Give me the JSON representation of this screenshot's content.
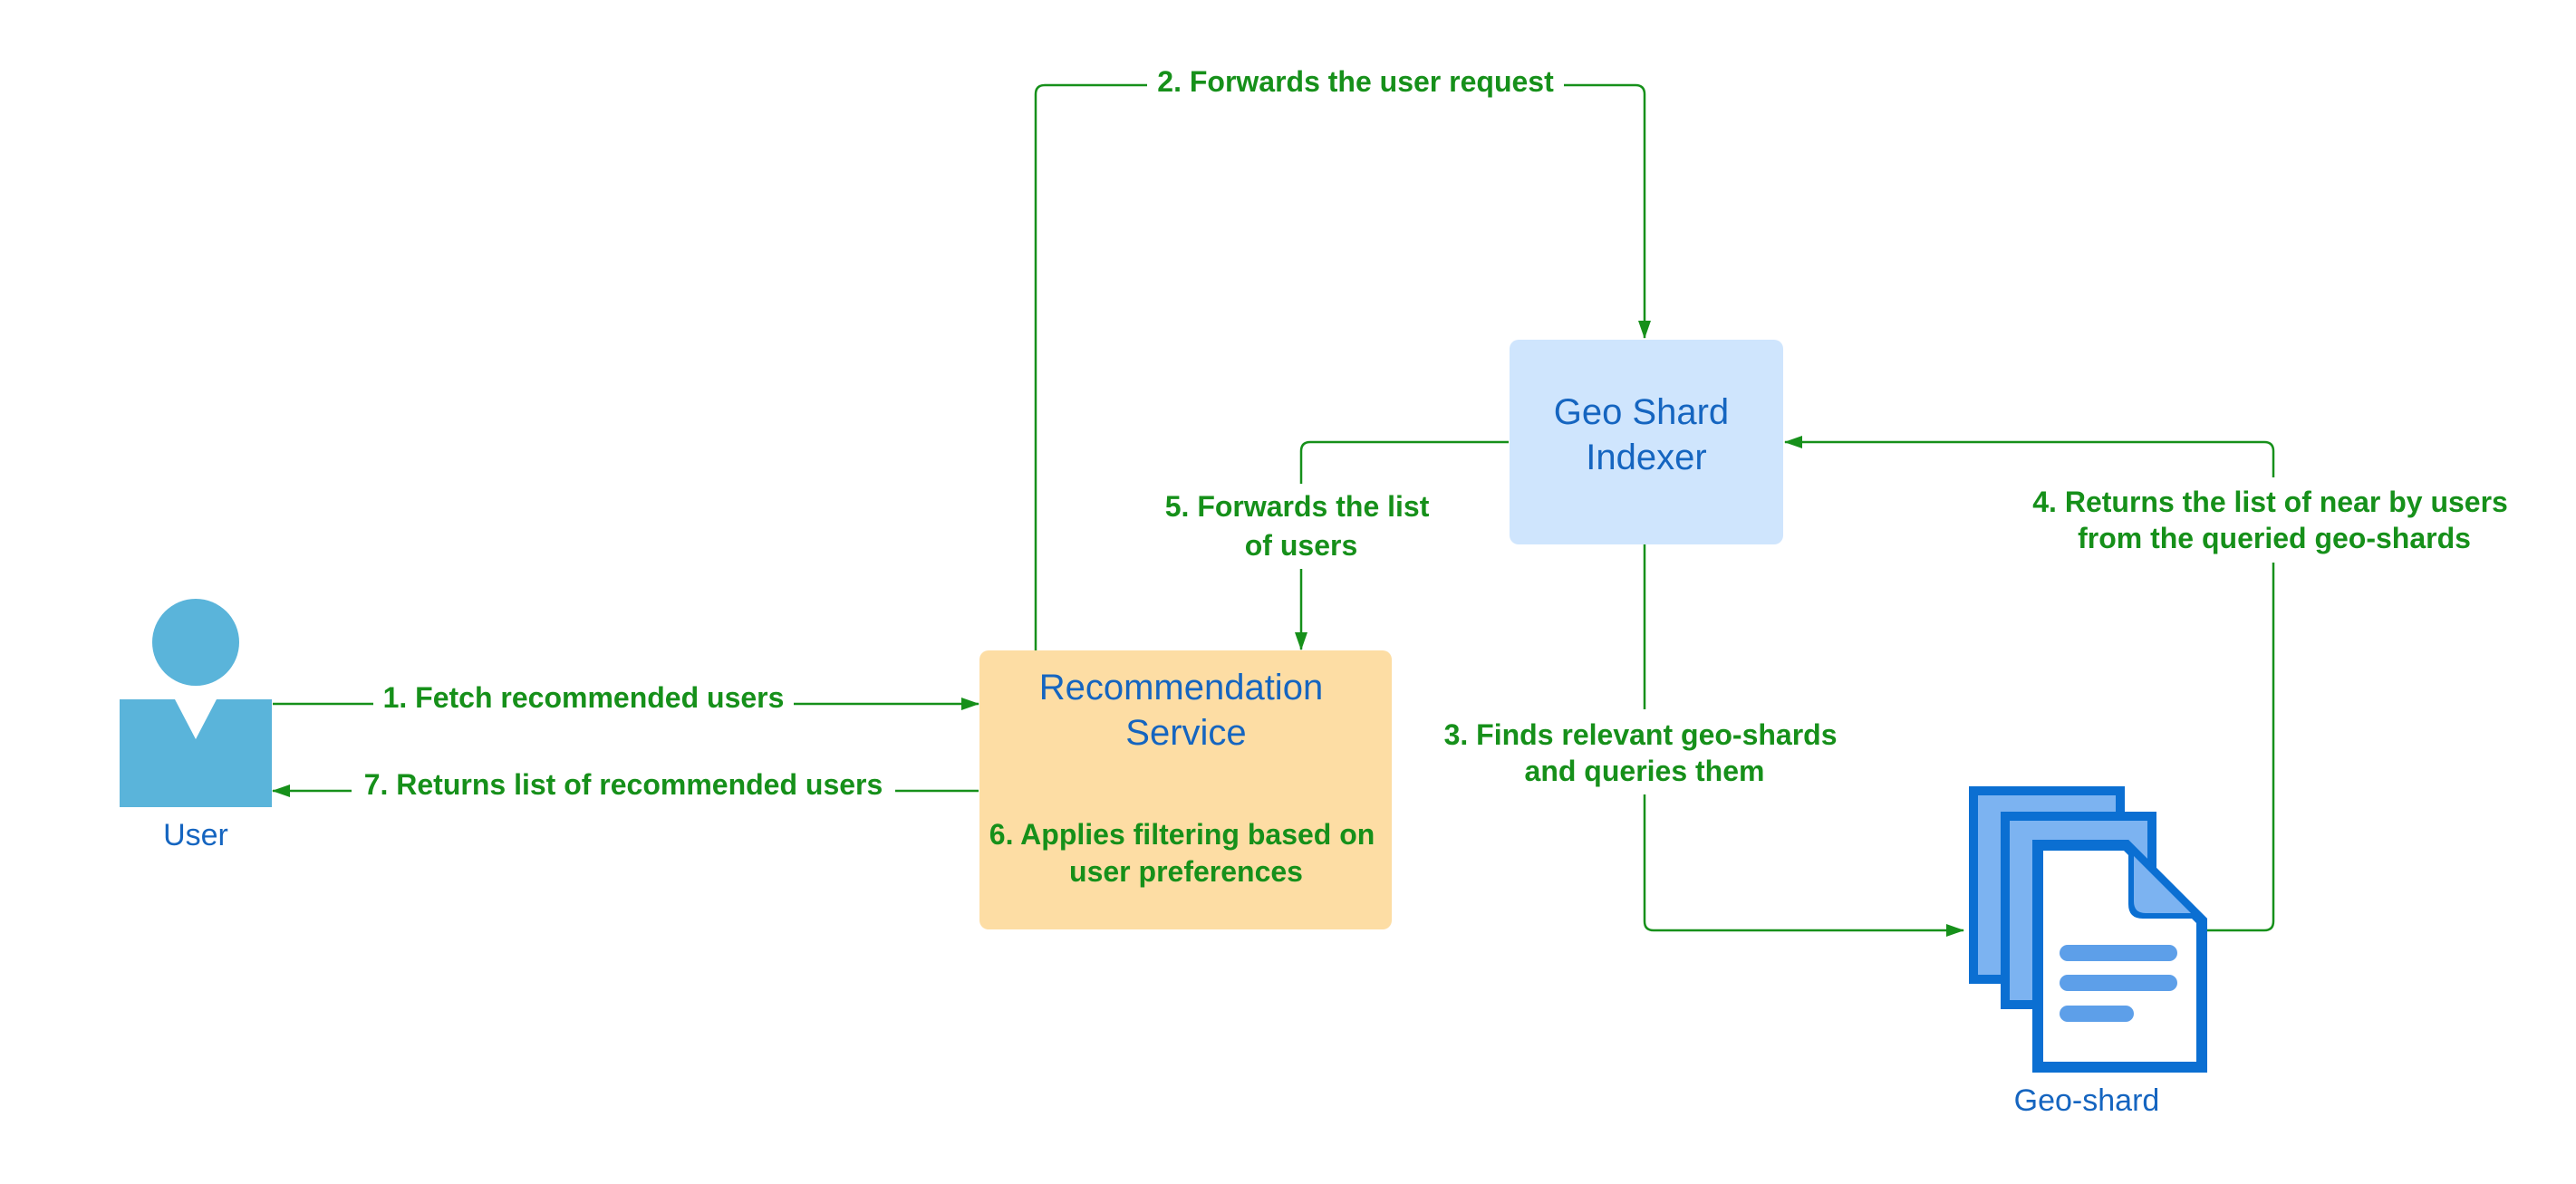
{
  "colors": {
    "connector": "#16901a",
    "label_text": "#16901a",
    "node_text": "#1565c0",
    "user_icon": "#5ab4da",
    "recommendation_fill": "#fddda4",
    "indexer_fill": "#cfe5fd",
    "doc_dark": "#0b6fd2",
    "doc_mid": "#7cb3f1",
    "doc_lines": "#5d9fe9"
  },
  "nodes": {
    "user": {
      "label": "User",
      "icon": "user-icon"
    },
    "recommendation_service": {
      "title_lines": [
        "Recommendation",
        "Service"
      ],
      "note_lines": [
        "6. Applies filtering based on",
        "user preferences"
      ]
    },
    "geo_shard_indexer": {
      "title_lines": [
        "Geo Shard",
        "Indexer"
      ]
    },
    "geo_shard": {
      "label": "Geo-shard",
      "icon": "document-stack-icon"
    }
  },
  "edges": [
    {
      "id": "fetch",
      "lines": [
        "1. Fetch recommended users"
      ]
    },
    {
      "id": "forward-request",
      "lines": [
        "2. Forwards the user request"
      ]
    },
    {
      "id": "find-shards",
      "lines": [
        "3. Finds relevant geo-shards",
        "and queries them"
      ]
    },
    {
      "id": "return-nearby",
      "lines": [
        "4. Returns the list of near by users",
        "from the queried geo-shards"
      ]
    },
    {
      "id": "forward-list",
      "lines": [
        "5. Forwards the list",
        "of users"
      ]
    },
    {
      "id": "return-recommended",
      "lines": [
        "7. Returns list of recommended users"
      ]
    }
  ]
}
